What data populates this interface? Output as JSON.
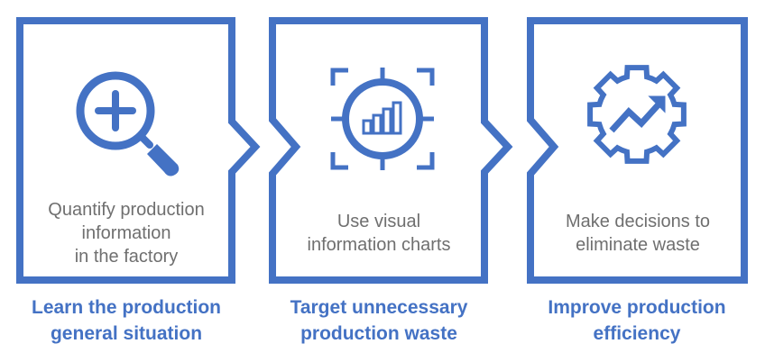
{
  "colors": {
    "accent": "#4472c4",
    "text_gray": "#6f6f6f",
    "background": "#ffffff"
  },
  "steps": [
    {
      "icon": "magnifier-plus-icon",
      "description": [
        "Quantify production",
        "information",
        "in the factory"
      ],
      "caption": [
        "Learn the production",
        "general situation"
      ]
    },
    {
      "icon": "target-bar-chart-icon",
      "description": [
        "Use visual",
        "information charts"
      ],
      "caption": [
        "Target unnecessary",
        "production waste"
      ]
    },
    {
      "icon": "gear-trend-icon",
      "description": [
        "Make decisions to",
        "eliminate waste"
      ],
      "caption": [
        "Improve production",
        "efficiency"
      ]
    }
  ]
}
